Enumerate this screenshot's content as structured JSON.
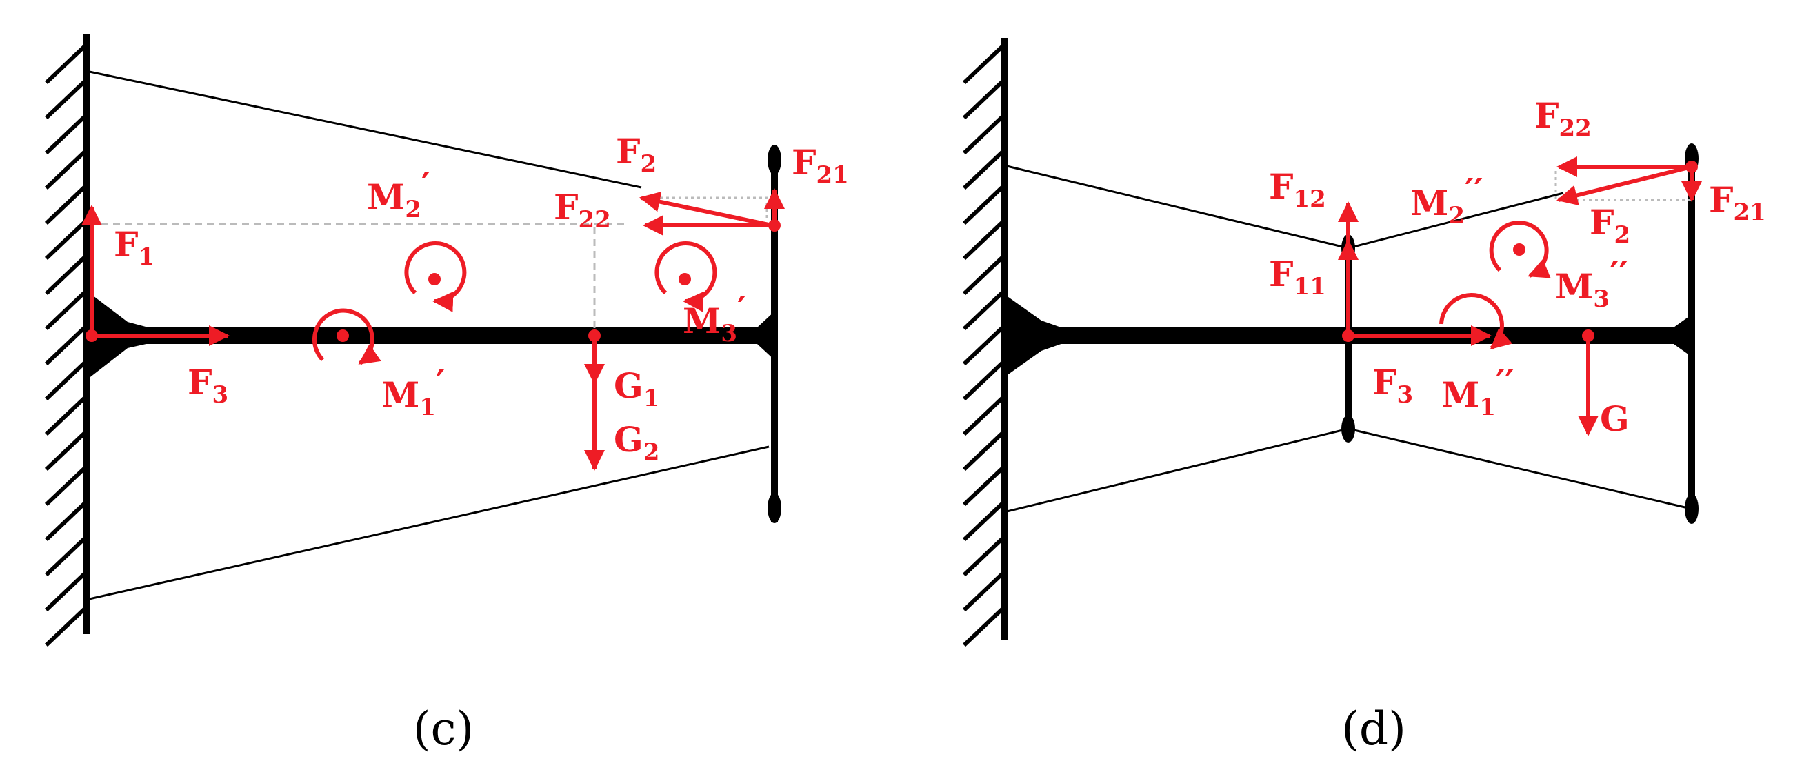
{
  "colors": {
    "force": "#ee1c25",
    "structure": "#000000",
    "guide": "#bbbbbb"
  },
  "panel_c": {
    "caption": "(c)",
    "labels": {
      "F1": {
        "main": "F",
        "sub": "1",
        "prime": ""
      },
      "F3": {
        "main": "F",
        "sub": "3",
        "prime": ""
      },
      "M1": {
        "main": "M",
        "sub": "1",
        "prime": "′"
      },
      "M2": {
        "main": "M",
        "sub": "2",
        "prime": "′"
      },
      "M3": {
        "main": "M",
        "sub": "3",
        "prime": "′"
      },
      "F2": {
        "main": "F",
        "sub": "2",
        "prime": ""
      },
      "F21": {
        "main": "F",
        "sub": "21",
        "prime": ""
      },
      "F22": {
        "main": "F",
        "sub": "22",
        "prime": ""
      },
      "G1": {
        "main": "G",
        "sub": "1",
        "prime": ""
      },
      "G2": {
        "main": "G",
        "sub": "2",
        "prime": ""
      }
    }
  },
  "panel_d": {
    "caption": "(d)",
    "labels": {
      "F12": {
        "main": "F",
        "sub": "12",
        "prime": ""
      },
      "F11": {
        "main": "F",
        "sub": "11",
        "prime": ""
      },
      "F3": {
        "main": "F",
        "sub": "3",
        "prime": ""
      },
      "M1": {
        "main": "M",
        "sub": "1",
        "prime": "′′"
      },
      "M2": {
        "main": "M",
        "sub": "2",
        "prime": "′′"
      },
      "M3": {
        "main": "M",
        "sub": "3",
        "prime": "′′"
      },
      "F22": {
        "main": "F",
        "sub": "22",
        "prime": ""
      },
      "F21": {
        "main": "F",
        "sub": "21",
        "prime": ""
      },
      "F2": {
        "main": "F",
        "sub": "2",
        "prime": ""
      },
      "G": {
        "main": "G",
        "sub": "",
        "prime": ""
      }
    }
  }
}
